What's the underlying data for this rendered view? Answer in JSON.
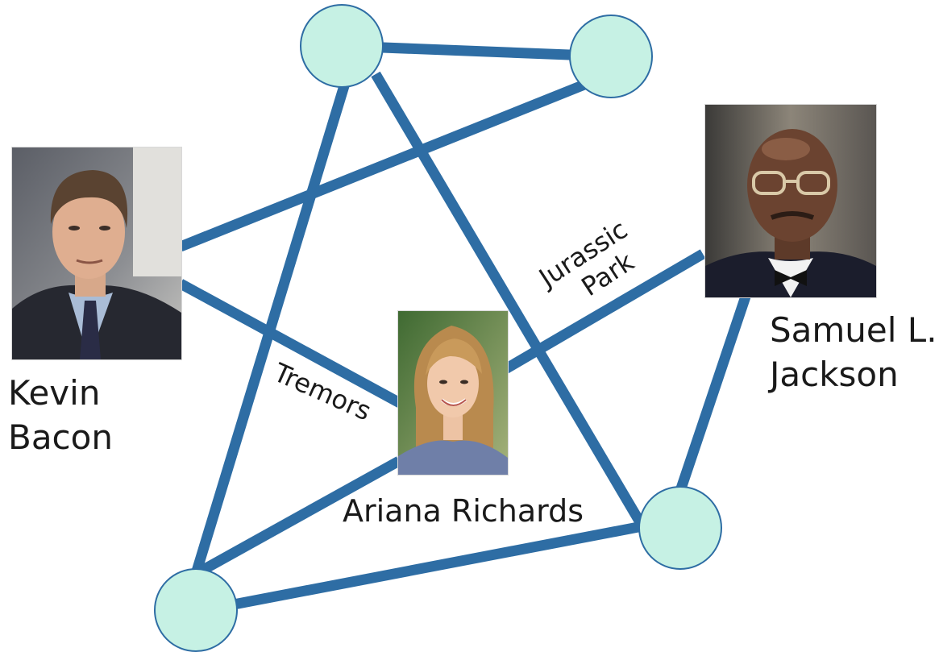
{
  "diagram": {
    "people": {
      "kevin": {
        "name_line1": "Kevin",
        "name_line2": "Bacon",
        "portrait": "kevin-bacon-photo"
      },
      "samuel": {
        "name_line1": "Samuel L.",
        "name_line2": "Jackson",
        "portrait": "samuel-l-jackson-photo"
      },
      "ariana": {
        "name": "Ariana Richards",
        "portrait": "ariana-richards-photo"
      }
    },
    "edge_labels": {
      "tremors": "Tremors",
      "jurassic_line1": "Jurassic",
      "jurassic_line2": "Park"
    },
    "colors": {
      "edge": "#2e6da4",
      "node_fill": "#c6f1e4",
      "node_stroke": "#2e6da4"
    }
  }
}
